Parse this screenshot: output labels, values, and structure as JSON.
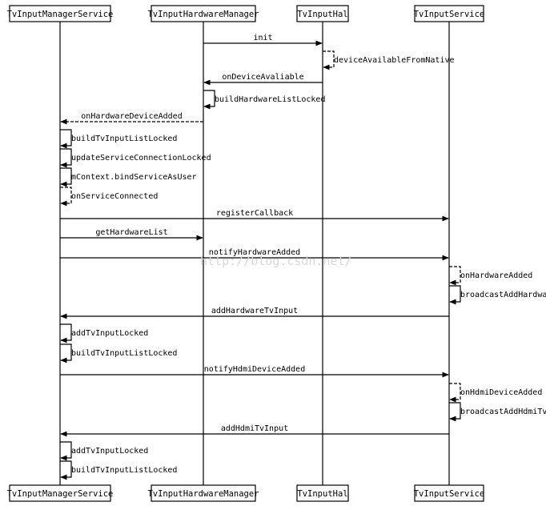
{
  "participants": [
    {
      "id": "svc",
      "label": "TvInputManagerService"
    },
    {
      "id": "hwm",
      "label": "TvInputHardwareManager"
    },
    {
      "id": "hal",
      "label": "TvInputHal"
    },
    {
      "id": "tis",
      "label": "TvInputService"
    }
  ],
  "messages": [
    {
      "from": "hwm",
      "to": "hal",
      "label": "init",
      "style": "solid"
    },
    {
      "from": "hal",
      "to": "hal",
      "label": "deviceAvailableFromNative",
      "style": "dashed"
    },
    {
      "from": "hal",
      "to": "hwm",
      "label": "onDeviceAvaliable",
      "style": "solid"
    },
    {
      "from": "hwm",
      "to": "hwm",
      "label": "buildHardwareListLocked",
      "style": "solid"
    },
    {
      "from": "hwm",
      "to": "svc",
      "label": "onHardwareDeviceAdded",
      "style": "dashed"
    },
    {
      "from": "svc",
      "to": "svc",
      "label": "buildTvInputListLocked",
      "style": "solid"
    },
    {
      "from": "svc",
      "to": "svc",
      "label": "updateServiceConnectionLocked",
      "style": "solid"
    },
    {
      "from": "svc",
      "to": "svc",
      "label": "mContext.bindServiceAsUser",
      "style": "solid"
    },
    {
      "from": "svc",
      "to": "svc",
      "label": "onServiceConnected",
      "style": "dashed"
    },
    {
      "from": "svc",
      "to": "tis",
      "label": "registerCallback",
      "style": "solid"
    },
    {
      "from": "svc",
      "to": "hwm",
      "label": "getHardwareList",
      "style": "solid"
    },
    {
      "from": "svc",
      "to": "tis",
      "label": "notifyHardwareAdded",
      "style": "solid"
    },
    {
      "from": "tis",
      "to": "tis",
      "label": "onHardwareAdded",
      "style": "dashed"
    },
    {
      "from": "tis",
      "to": "tis",
      "label": "broadcastAddHardwar",
      "style": "solid"
    },
    {
      "from": "tis",
      "to": "svc",
      "label": "addHardwareTvInput",
      "style": "solid"
    },
    {
      "from": "svc",
      "to": "svc",
      "label": "addTvInputLocked",
      "style": "solid"
    },
    {
      "from": "svc",
      "to": "svc",
      "label": "buildTvInputListLocked",
      "style": "solid"
    },
    {
      "from": "svc",
      "to": "tis",
      "label": "notifyHdmiDeviceAdded",
      "style": "solid"
    },
    {
      "from": "tis",
      "to": "tis",
      "label": "onHdmiDeviceAdded",
      "style": "dashed"
    },
    {
      "from": "tis",
      "to": "tis",
      "label": "broadcastAddHdmiTvI",
      "style": "solid"
    },
    {
      "from": "tis",
      "to": "svc",
      "label": "addHdmiTvInput",
      "style": "solid"
    },
    {
      "from": "svc",
      "to": "svc",
      "label": "addTvInputLocked",
      "style": "solid"
    },
    {
      "from": "svc",
      "to": "svc",
      "label": "buildTvInputListLocked",
      "style": "solid"
    }
  ],
  "watermark": "http://blog.csdn.net/",
  "colors": {
    "line": "#000000",
    "box_fill": "#ffffff",
    "watermark": "#d8d8d8",
    "background": "#ffffff"
  }
}
